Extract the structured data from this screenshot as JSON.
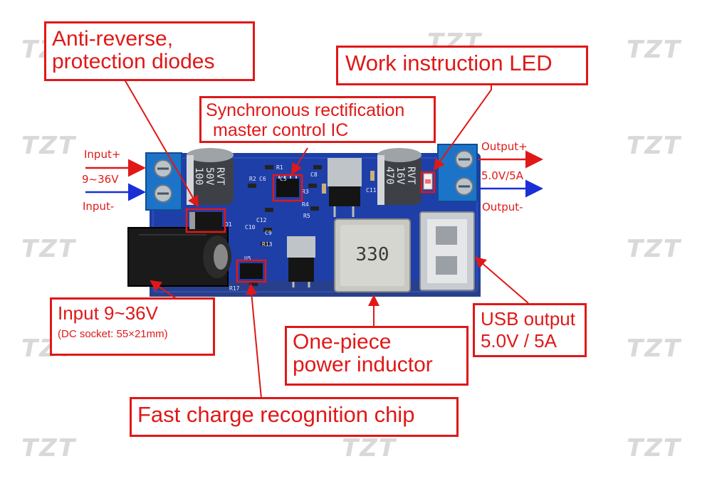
{
  "watermark": "TZT",
  "callouts": {
    "anti_reverse": [
      "Anti-reverse,",
      "protection diodes"
    ],
    "sync_ic": [
      "Synchronous rectification",
      "master control IC"
    ],
    "work_led": [
      "Work instruction LED"
    ],
    "input_dc": [
      "Input 9~36V",
      "(DC socket: 55×21mm)"
    ],
    "inductor": [
      "One-piece",
      "power inductor"
    ],
    "usb_output": [
      "USB output",
      "5.0V / 5A"
    ],
    "fast_charge": [
      "Fast charge recognition chip"
    ]
  },
  "terminal_labels": {
    "input_plus": "Input+",
    "input_voltage": "9~36V",
    "input_minus": "Input-",
    "output_plus": "Output+",
    "output_rating": "5.0V/5A",
    "output_minus": "Output-"
  },
  "board": {
    "inductor_code": "330",
    "cap_left": [
      "100",
      "50V",
      "RVT"
    ],
    "cap_right": [
      "470",
      "16V",
      "RVT"
    ],
    "silk": [
      "R1",
      "C5",
      "C8",
      "R2",
      "C6",
      "R3",
      "C11",
      "R4",
      "R5",
      "C9",
      "C12",
      "C10",
      "R13",
      "U5",
      "R17",
      "D1"
    ]
  },
  "colors": {
    "callout": "#e01818",
    "arrow_red": "#e01818",
    "arrow_blue": "#1a2fd6",
    "pcb": "#1f3fa8",
    "terminal": "#1c74c9"
  }
}
